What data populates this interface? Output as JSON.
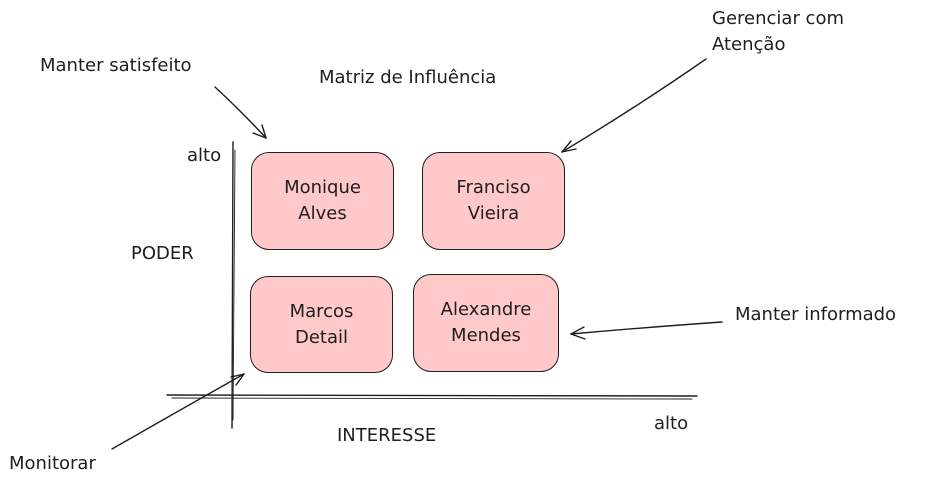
{
  "title": "Matriz de Influência",
  "y_axis": {
    "label": "PODER",
    "high_label": "alto"
  },
  "x_axis": {
    "label": "INTERESSE",
    "high_label": "alto"
  },
  "quadrants": {
    "top_left": {
      "line1": "Monique",
      "line2": "Alves"
    },
    "top_right": {
      "line1": "Franciso",
      "line2": "Vieira"
    },
    "bottom_left": {
      "line1": "Marcos",
      "line2": "Detail"
    },
    "bottom_right": {
      "line1": "Alexandre",
      "line2": "Mendes"
    }
  },
  "annotations": {
    "keep_satisfied": "Manter satisfeito",
    "manage_closely_line1": "Gerenciar com",
    "manage_closely_line2": "Atenção",
    "keep_informed": "Manter informado",
    "monitor": "Monitorar"
  },
  "colors": {
    "box_fill": "#ffc9c9",
    "stroke": "#1e1e1e"
  }
}
